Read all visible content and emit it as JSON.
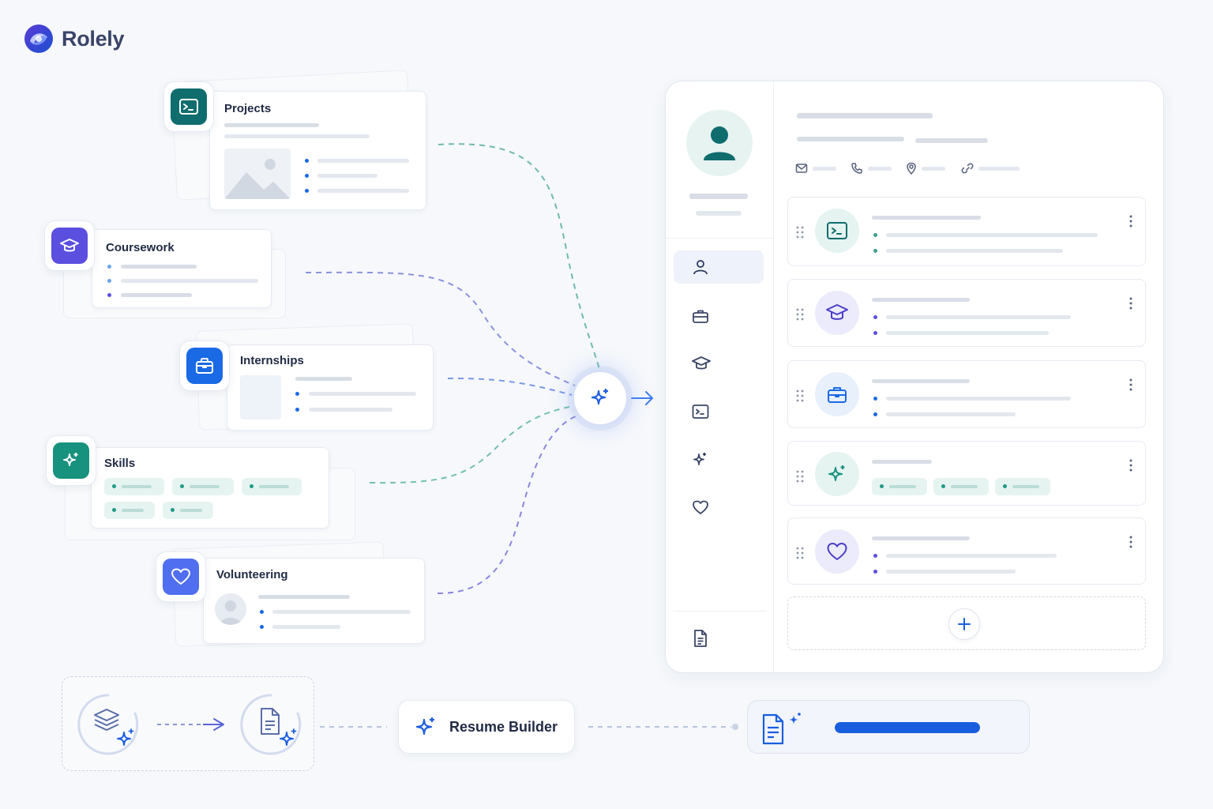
{
  "brand": {
    "name": "Rolely"
  },
  "sources": [
    {
      "label": "Projects",
      "icon": "terminal-icon",
      "color": "#0f6d6e"
    },
    {
      "label": "Coursework",
      "icon": "graduation-cap-icon",
      "color": "#5b4fe0"
    },
    {
      "label": "Internships",
      "icon": "briefcase-icon",
      "color": "#1a6ae6"
    },
    {
      "label": "Skills",
      "icon": "sparkle-icon",
      "color": "#16927e"
    },
    {
      "label": "Volunteering",
      "icon": "heart-icon",
      "color": "#4f6ff0"
    }
  ],
  "panel": {
    "sidebar": [
      "user-icon",
      "briefcase-icon",
      "graduation-cap-icon",
      "terminal-icon",
      "sparkle-icon",
      "heart-icon"
    ],
    "sidebar_footer": "document-icon",
    "contact_icons": [
      "mail-icon",
      "phone-icon",
      "location-pin-icon",
      "link-icon"
    ],
    "entries": [
      "terminal-icon",
      "graduation-cap-icon",
      "briefcase-icon",
      "sparkle-icon",
      "heart-icon"
    ],
    "add_icon": "plus-icon"
  },
  "builder": {
    "label": "Resume Builder"
  },
  "output": {
    "progress": 1.0
  },
  "colors": {
    "accent": "#1a5ee0",
    "teal": "#16927e",
    "violet": "#5b4fe0",
    "background": "#f6f8fb"
  }
}
